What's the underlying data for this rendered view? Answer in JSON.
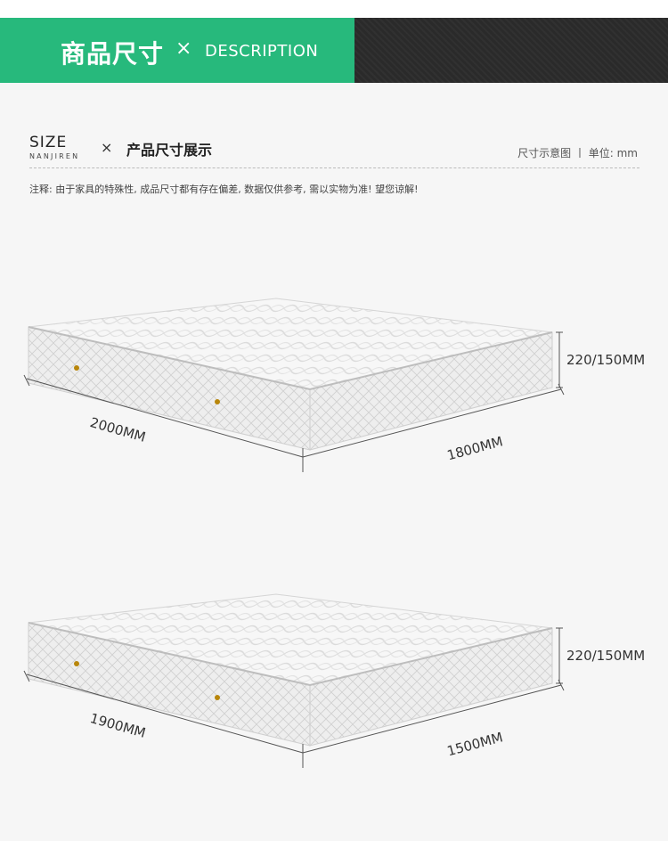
{
  "banner": {
    "title": "商品尺寸",
    "separator": "×",
    "subtitle": "DESCRIPTION",
    "accent_color": "#27b97c",
    "dark_color": "#2a2a2a"
  },
  "size_section": {
    "label": "SIZE",
    "brand": "NANJIREN",
    "separator": "×",
    "title": "产品尺寸展示",
    "legend": "尺寸示意图 丨 单位: mm",
    "note": "注释: 由于家具的特殊性, 成品尺寸都有存在偏差, 数据仅供参考, 需以实物为准! 望您谅解!"
  },
  "mattresses": [
    {
      "length": "2000MM",
      "width": "1800MM",
      "height": "220/150MM"
    },
    {
      "length": "1900MM",
      "width": "1500MM",
      "height": "220/150MM"
    }
  ]
}
